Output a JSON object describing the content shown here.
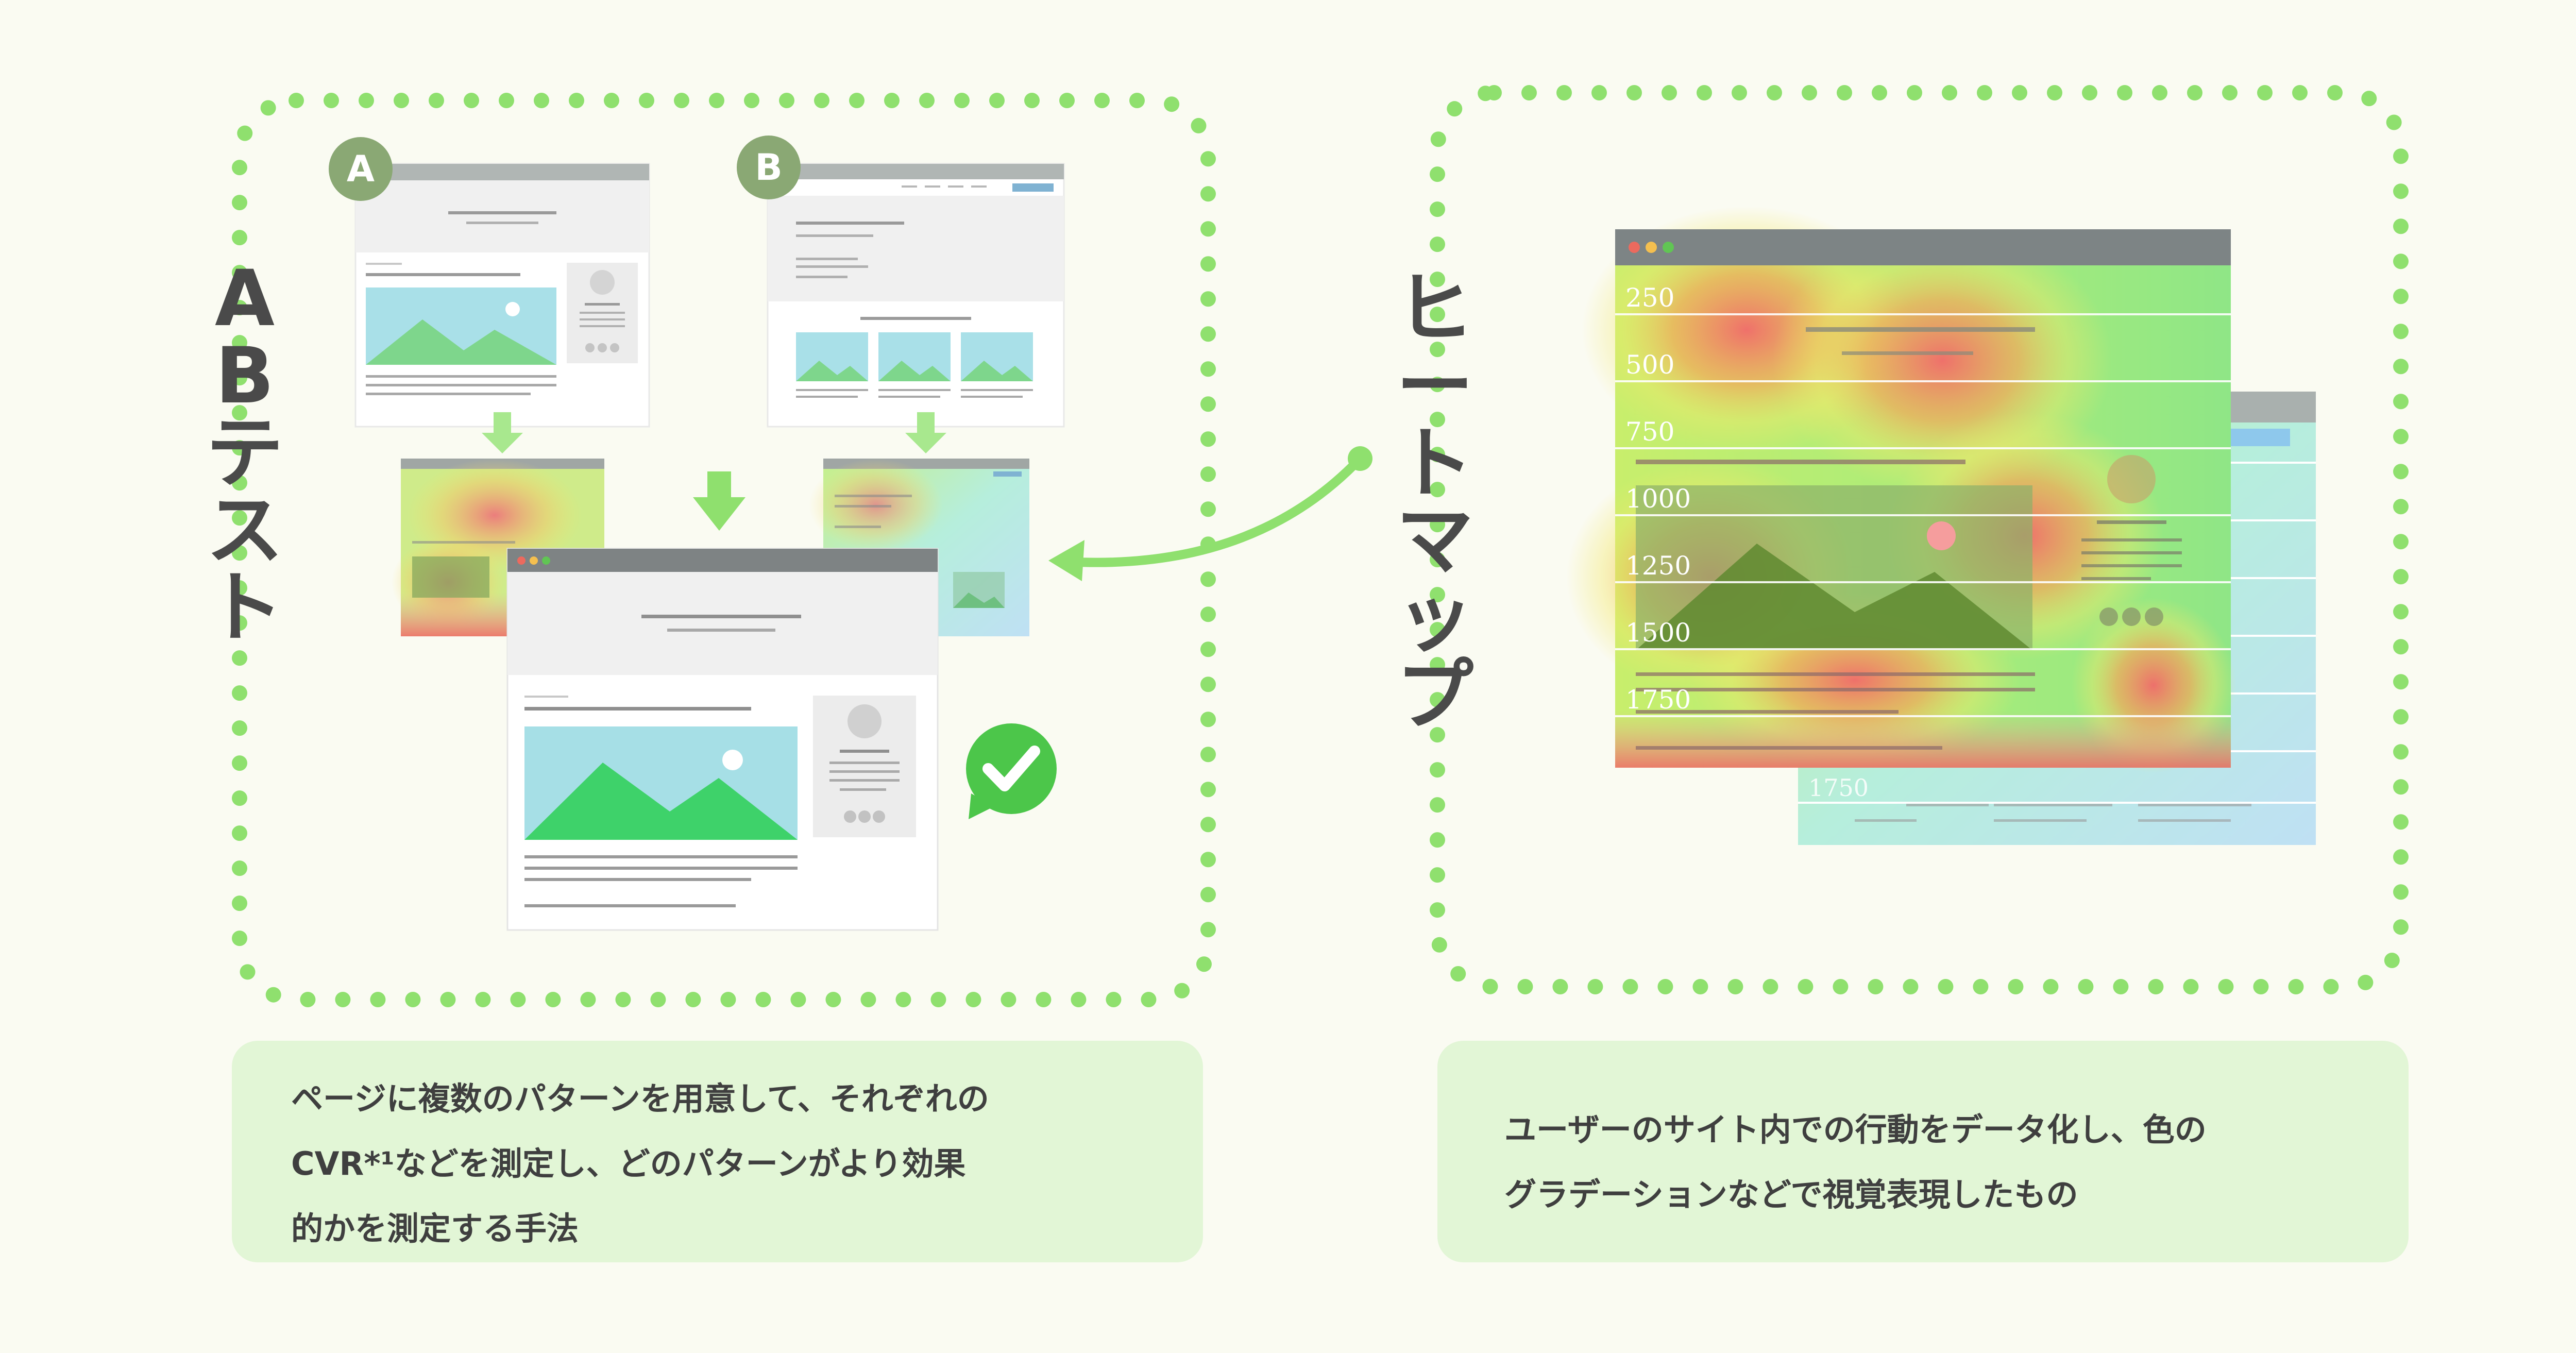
{
  "ab_test": {
    "title": "ABテスト",
    "badge_a": "A",
    "badge_b": "B",
    "description": [
      "ページに複数のパターンを用意して、それぞれの",
      "CVR*¹などを測定し、どのパターンがより効果",
      "的かを測定する手法"
    ]
  },
  "heatmap": {
    "title": "ヒートマップ",
    "scroll_ticks": [
      "250",
      "500",
      "750",
      "1000",
      "1250",
      "1500",
      "1750"
    ],
    "back_tick": "1750",
    "description": [
      "ユーザーのサイト内での行動をデータ化し、色の",
      "グラデーションなどで視覚表現したもの"
    ]
  },
  "colors": {
    "accent_green": "#8fe06e",
    "badge_green": "#8aa874",
    "caption_bg": "#e2f6d6",
    "check_green": "#4cc64a"
  }
}
